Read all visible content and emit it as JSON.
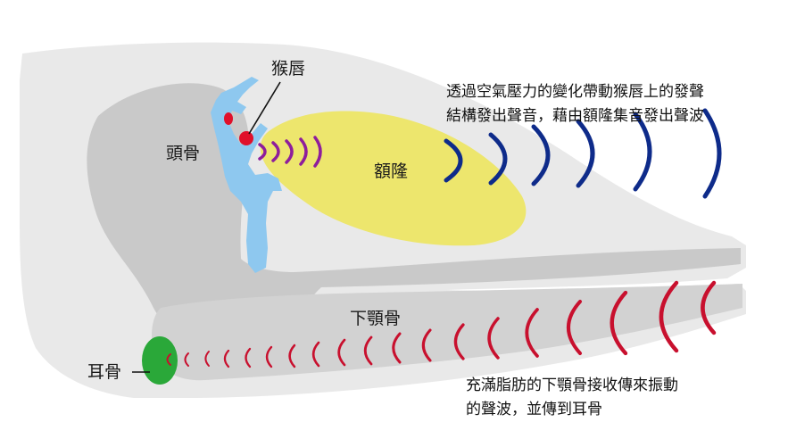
{
  "labels": {
    "skull": "頭骨",
    "monkey_lips": "猴唇",
    "melon": "額隆",
    "lower_jaw": "下顎骨",
    "ear_bone": "耳骨"
  },
  "captions": {
    "top_line1": "透過空氣壓力的變化帶動猴唇上的發聲",
    "top_line2": "結構發出聲音，藉由額隆集音發出聲波",
    "bottom_line1": "充滿脂肪的下顎骨接收傳來振動",
    "bottom_line2": "的聲波，並傳到耳骨"
  },
  "colors": {
    "head_outer": "#e9e9e9",
    "bone": "#c9c9c9",
    "melon": "#ede66d",
    "air_passage": "#8ec8ef",
    "monkey_lips": "#e0102a",
    "emitted_wave_small": "#8e1d9c",
    "emitted_wave": "#0e2b8a",
    "received_wave": "#c8102e",
    "ear_bone": "#2aa839"
  }
}
